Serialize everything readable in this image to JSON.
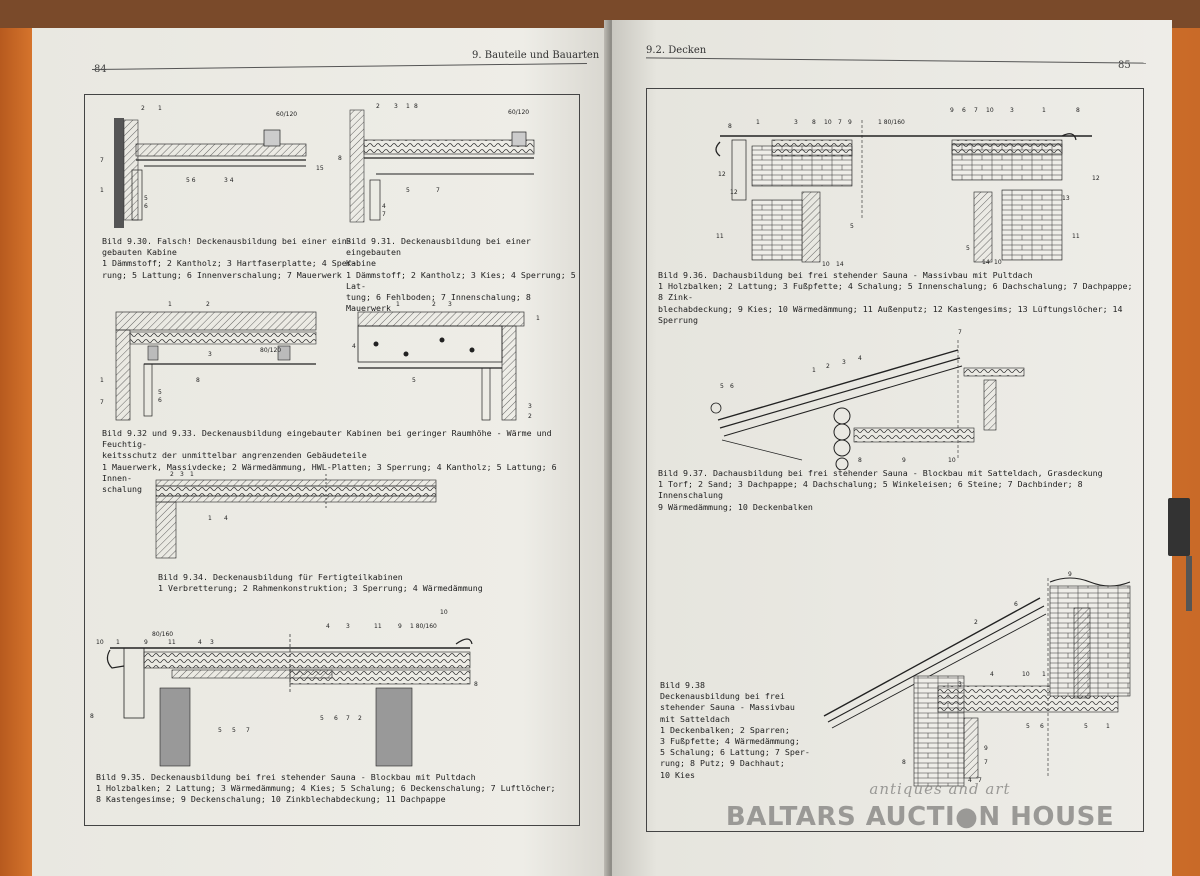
{
  "left_page": {
    "page_number": "84",
    "running_head": "9. Bauteile und Bauarten",
    "captions": {
      "fig_9_30": [
        "Bild 9.30. Falsch! Deckenausbildung bei einer ein-",
        "gebauten Kabine",
        "1 Dämmstoff; 2 Kantholz; 3 Hartfaserplatte; 4 Sper-",
        "rung; 5 Lattung; 6 Innenverschalung; 7 Mauerwerk"
      ],
      "fig_9_31": [
        "Bild 9.31. Deckenausbildung bei einer eingebauten",
        "Kabine",
        "1 Dämmstoff; 2 Kantholz; 3 Kies; 4 Sperrung; 5 Lat-",
        "tung; 6 Fehlboden; 7 Innenschalung; 8 Mauerwerk"
      ],
      "fig_9_32_33": [
        "Bild 9.32 und 9.33. Deckenausbildung eingebauter Kabinen bei geringer Raumhöhe - Wärme und Feuchtig-",
        "keitsschutz der unmittelbar angrenzenden Gebäudeteile",
        "1 Mauerwerk, Massivdecke; 2 Wärmedämmung, HWL-Platten; 3 Sperrung; 4 Kantholz; 5 Lattung; 6 Innen-",
        "schalung"
      ],
      "fig_9_34": [
        "Bild 9.34. Deckenausbildung für Fertigteilkabinen",
        "1 Verbretterung; 2 Rahmenkonstruktion; 3 Sperrung; 4 Wärmedämmung"
      ],
      "fig_9_35": [
        "Bild 9.35. Deckenausbildung bei frei stehender Sauna - Blockbau mit Pultdach",
        "1 Holzbalken; 2 Lattung; 3 Wärmedämmung; 4 Kies; 5 Schalung; 6 Deckenschalung; 7 Luftlöcher;",
        "8 Kastengesimse; 9 Deckenschalung; 10 Zinkblechabdeckung; 11 Dachpappe"
      ]
    },
    "labels": {
      "dim_60_120": "60/120",
      "dim_80_120": "80/120",
      "dim_80_160": "80/160",
      "dim_1_80_160": "1 80/160"
    }
  },
  "right_page": {
    "page_number": "85",
    "running_head": "9.2. Decken",
    "captions": {
      "fig_9_36": [
        "Bild 9.36. Dachausbildung bei frei stehender Sauna - Massivbau mit Pultdach",
        "1 Holzbalken; 2 Lattung; 3 Fußpfette; 4 Schalung; 5 Innenschalung; 6 Dachschalung; 7 Dachpappe; 8 Zink-",
        "blechabdeckung; 9 Kies; 10 Wärmedämmung; 11 Außenputz; 12 Kastengesims; 13 Lüftungslöcher; 14 Sperrung"
      ],
      "fig_9_37": [
        "Bild 9.37. Dachausbildung bei frei stehender Sauna - Blockbau mit Satteldach, Grasdeckung",
        "1 Torf; 2 Sand; 3 Dachpappe; 4 Dachschalung; 5 Winkeleisen; 6 Steine; 7 Dachbinder; 8 Innenschalung",
        "9 Wärmedämmung; 10 Deckenbalken"
      ],
      "fig_9_38": [
        "Bild 9.38",
        "Deckenausbildung bei frei",
        "stehender Sauna - Massivbau",
        "mit Satteldach",
        "1 Deckenbalken; 2 Sparren;",
        "3 Fußpfette; 4 Wärmedämmung;",
        "5 Schalung; 6 Lattung; 7 Sper-",
        "rung; 8 Putz; 9 Dachhaut;",
        "10 Kies"
      ]
    },
    "labels": {
      "dim_1_80_160": "1 80/160"
    }
  },
  "watermark": {
    "line1": "antiques and art",
    "line2": "BALTARS AUCTI●N HOUSE"
  },
  "colors": {
    "cover": "#d9772e",
    "paper": "#ecebe4",
    "ink": "#222222"
  }
}
